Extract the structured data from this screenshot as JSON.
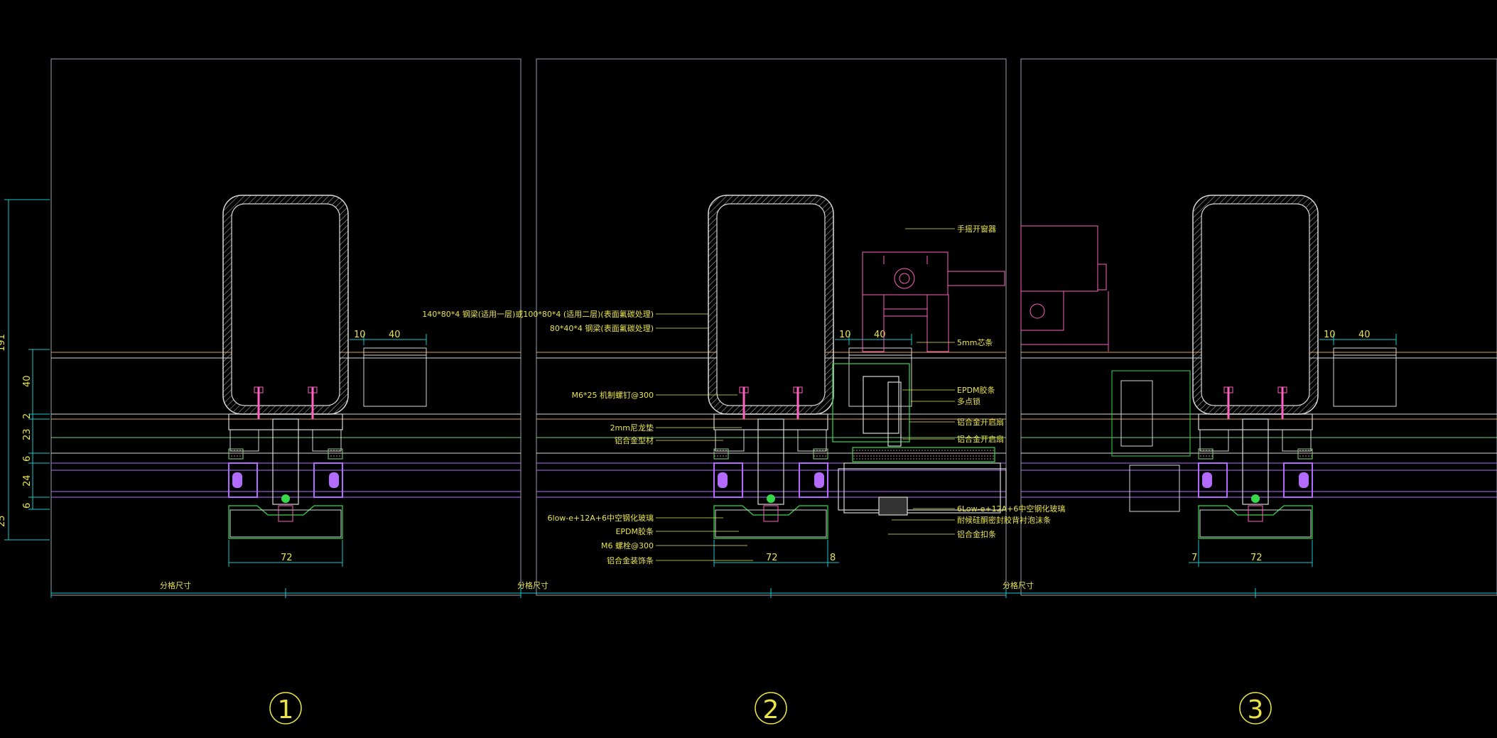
{
  "details": [
    {
      "id": "1",
      "dims_bottom": [
        "72"
      ],
      "dims_top": [
        "10",
        "40"
      ],
      "grid_label": "分格尺寸"
    },
    {
      "id": "2",
      "dims_bottom": [
        "72",
        "8"
      ],
      "dims_top": [
        "10",
        "40"
      ],
      "grid_label": "分格尺寸",
      "labels_left": [
        "140*80*4 钢梁(适用一层)或100*80*4 (适用二层)(表面氟碳处理)",
        "80*40*4 钢梁(表面氟碳处理)",
        "M6*25 机制螺钉@300",
        "2mm尼龙垫",
        "铝合金型材",
        "6low-e+12A+6中空钢化玻璃",
        "EPDM胶条",
        "M6 螺栓@300",
        "铝合金装饰条"
      ],
      "labels_right": [
        "手摇开窗器",
        "5mm芯条",
        "EPDM胶条",
        "多点锁",
        "铝合金开启扇",
        "铝合金开启扇",
        "6Low-e+12A+6中空钢化玻璃",
        "耐候硅酮密封胶背衬泡沫条",
        "铝合金扣条"
      ]
    },
    {
      "id": "3",
      "dims_bottom": [
        "7",
        "72"
      ],
      "dims_top": [
        "10",
        "40"
      ],
      "grid_label": "分格尺寸"
    }
  ],
  "left_dims": [
    "191",
    "40",
    "2",
    "23",
    "6",
    "24",
    "6",
    "25"
  ],
  "colors": {
    "background": "#000000",
    "frame": "#9aa0a8",
    "steel": "#d9d9d9",
    "dimension": "#19c7c7",
    "text": "#e8e44a",
    "bolt": "#ff5fbf",
    "purple": "#b36bff",
    "green": "#36d84a",
    "red": "#ff3030",
    "orange": "#e0a040"
  }
}
